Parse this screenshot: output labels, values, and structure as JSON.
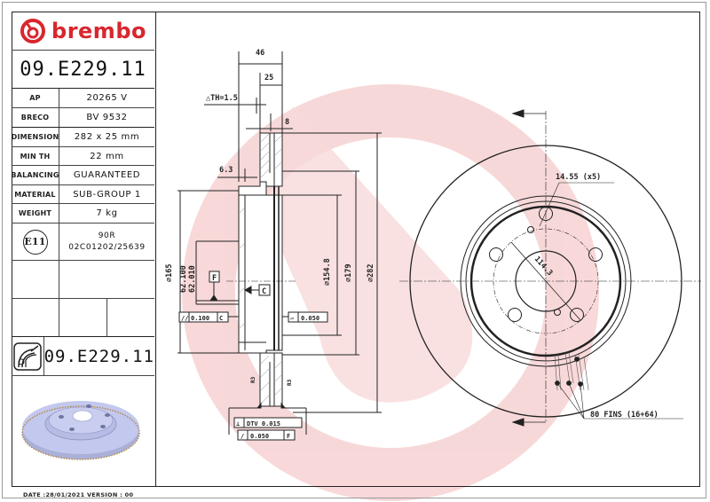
{
  "brand": {
    "name": "brembo",
    "color": "#d9262e",
    "watermark_color": "#f6d5d5"
  },
  "part": {
    "number": "09.E229.11"
  },
  "specs": [
    {
      "label": "AP",
      "value": "20265 V"
    },
    {
      "label": "BRECO",
      "value": "BV 9532"
    },
    {
      "label": "DIMENSION",
      "value": "282 x 25 mm"
    },
    {
      "label": "MIN TH",
      "value": "22 mm"
    },
    {
      "label": "BALANCING",
      "value": "GUARANTEED"
    },
    {
      "label": "MATERIAL",
      "value": "SUB-GROUP 1"
    },
    {
      "label": "WEIGHT",
      "value": "7 kg"
    }
  ],
  "approval": {
    "mark": "E11",
    "line1": "90R",
    "line2": "02C01202/25639"
  },
  "icons": {
    "disc_pad_icon": "disc-pad-icon",
    "render": "brake-disc-render"
  },
  "footer": {
    "text": "DATE :28/01/2021 VERSION : 00"
  },
  "section_view": {
    "dims": {
      "overall_width": "46",
      "thickness": "25",
      "delta_th": "△TH=1.5",
      "vane": "8",
      "hat_offset": "6.3",
      "d_hat": "⌀165",
      "d_bore_max": "62.100",
      "d_bore_min": "62.010",
      "d_inner": "⌀154.8",
      "d_friction_inner": "⌀179",
      "d_outer": "⌀282",
      "radius_left": "R3",
      "radius_right": "R3"
    },
    "datums": {
      "F": "F",
      "C": "C"
    },
    "tolerances": {
      "parallelism": {
        "symbol": "//",
        "value": "0.100",
        "datum": "C"
      },
      "flatness": {
        "symbol": "▱",
        "value": "0.050"
      },
      "dtv": {
        "symbol": "⟂",
        "value": "DTV 0.015"
      },
      "runout": {
        "symbol": "/",
        "value": "0.050",
        "datum": "F"
      }
    }
  },
  "front_view": {
    "holes_label": "14.55 (x5)",
    "pcd_label": "114.3",
    "fins_label": "80 FINS (16+64)"
  }
}
